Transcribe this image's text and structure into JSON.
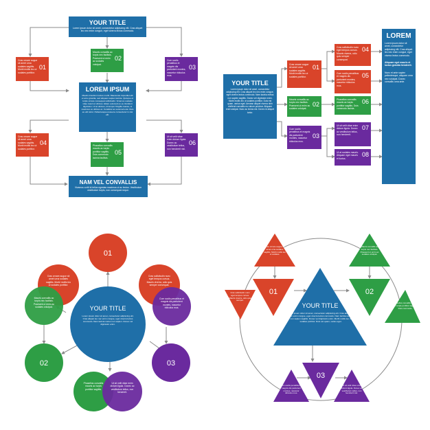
{
  "lorem": "Lorem ipsum dolor sit amet, consectetur adipiscing elit. Cras aliquet leo nec enim congue, eget viverra lectus commodo.",
  "q1": {
    "title": "YOUR TITLE",
    "title_text": "Lorem ipsum dolor sit amet, consectetur adipiscing elit. Cras aliquet leo nec enim congue, eget viverra lectus commodo.",
    "mid_title": "LOREM IPSUM",
    "mid_text": "Mauris interdum luctus morbi. Maecenas imperdiet elit et arcu gravida, sed aliquam sapien lacinia. Quisque et turpis ornare consequat sollicitudin. Vivamus sodales vitae mauri et ultrices. Etiam euismod ex eu tincidunt dignissim. Ut at ultrices, id tempor fringilla massa, ut maximus ex ultrices et. Curabitur ac euismod erat. Duis eu elit tortor. Pellentesque posuere consectetur in nisi elit.",
    "bot_title": "NAM VEL CONVALLIS",
    "bot_text": "Vivamus a elit id tellus egestas maximus ut ac lectus. Vestibulum vestibulum turpis, non consequat neque.",
    "items": [
      {
        "num": "01",
        "text": "Cras ornare augue sit amet urna sodales sagittis. Morbi mollis leo ut sodales porttitor."
      },
      {
        "num": "02",
        "text": "Mauris convallis ac turpis nec facilisis. Praesent ut enim ac sodales volutpat."
      },
      {
        "num": "03",
        "text": "Cum sociis penatibus et magnis dis parturient montes, nascetur ridiculus mus."
      },
      {
        "num": "04",
        "text": "Cras ornare augue sit amet urna sodales sagittis. Morbi mollis leo ut sodales porttitor."
      },
      {
        "num": "05",
        "text": "Phasellus convallis mauris ac turpis porttitor sagittis. Duis commodo lacinia facilisis."
      },
      {
        "num": "06",
        "text": "Ut sit velit vitae enim dictum ligula. Donec ac vestibulum tellus, non hendrerit nisl."
      }
    ]
  },
  "q2": {
    "title": "YOUR TITLE",
    "title_text": "Lorem ipsum dolor sit amet, consectetur adipiscing elit. Cras aliquet leo nec enim congue, eget viverra lectus commodo. Nam lacinia metus non sapien sagittis. Donec vel dignissim enim. Morbi mollis leo ut sodales porttitor. Duis est quam, varius eget. Aenean aliquet viverra nibh eleifend convallis eu rutrum pulvinar. Aliquam erat volutpat. Nunc ac lectus est. Donec id aliquet tortor.",
    "right_title": "LOREM",
    "right_text": "Lorem ipsum dolor sit amet, consectetur adipiscing elit. Cras aliquet leo nec enim congue, eget viverra lectus commodo.",
    "right_bold": "Aliquam eget mauris et luctus gravida hendrerit.",
    "right_text2": "Nunc et ante sapien pellentesque, aliquam urna nec volutpat. Donec convallis urna ante.",
    "mid": [
      {
        "num": "01",
        "text": "Cras ornare augue sit amet urna sodales sagittis. Morbi mollis leo ut sodales porttitor."
      },
      {
        "num": "02",
        "text": "Mauris convallis ac turpis nec facilisis. Praesent ut enim ac sodales volutpat."
      },
      {
        "num": "03",
        "text": "Cum sociis penatibus et magnis dis parturient montes, nascetur ridiculus mus."
      }
    ],
    "right": [
      {
        "num": "04",
        "text": "Cras sollicitudin nunc eget tempus cursus. Mauris viverra, odio quis semper consequat."
      },
      {
        "num": "05",
        "text": "Cum sociis penatibus et magnis dis parturient montes, nascetur ridiculus mus."
      },
      {
        "num": "06",
        "text": "Phasellus convallis mauris ac turpis porttitor sagittis. Duis commodo lacinia."
      },
      {
        "num": "07",
        "text": "Ut sit velit vitae enim dictum ligula. Donec ac vestibulum tellus, non hendrerit."
      },
      {
        "num": "08",
        "text": "Ut at sodales mauris. Aliquam eget mauris et luctus."
      }
    ]
  },
  "q3": {
    "title": "YOUR TITLE",
    "title_text": "Lorem ipsum dolor sit amet, consectetur adipiscing elit. Cras aliquet leo nec enim congue, eget viverra lectus commodo. Nam lacinia metus non sapien. Donec vel dignissim enim.",
    "big": [
      {
        "num": "01"
      },
      {
        "num": "02"
      },
      {
        "num": "03"
      }
    ],
    "small": [
      {
        "text": "Cras ornare augue sit amet urna sodales sagittis. Morbi mollis leo ut sodales porttitor."
      },
      {
        "text": "Cras sollicitudin nunc eget tempus cursus. Mauris viverra, odio quis semper consequat."
      },
      {
        "text": "Mauris convallis ac turpis nec facilisis. Praesent ut enim ac sodales volutpat."
      },
      {
        "text": "Cum sociis penatibus et magnis dis parturient montes, nascetur ridiculus mus."
      },
      {
        "text": "Phasellus convallis mauris ac turpis porttitor sagittis."
      },
      {
        "text": "Ut sit velit vitae enim dictum ligula. Donec ac vestibulum tellus, non hendrerit."
      }
    ]
  },
  "q4": {
    "title": "YOUR TITLE",
    "title_text": "Lorem ipsum dolor sit amet, consectetur adipiscing elit. Cras aliquet leo nec enim congue, eget viverra lectus commodo. Nam lacinia metus non sapien sagittis. Donec vel dignissim enim. Morbi mollis leo ut sodales porttitor. Duis est quam, varius eget.",
    "big": [
      {
        "num": "01"
      },
      {
        "num": "02"
      },
      {
        "num": "03"
      }
    ],
    "small": [
      {
        "text": "Cras ornare augue sit amet urna sodales sagittis. Morbi mollis leo ut sodales."
      },
      {
        "text": "Cras sollicitudin nunc eget tempus cursus. Mauris viverra, odio quis semper."
      },
      {
        "text": "Mauris convallis ac turpis nec facilisis. Praesent ut enim ac sodales volutpat."
      },
      {
        "text": "Phasellus convallis mauris ac turpis porttitor sagittis. Duis commodo."
      },
      {
        "text": "Cum sociis penatibus et magnis dis parturient montes, nascetur ridiculus mus."
      },
      {
        "text": "Ut sit velit vitae enim dictum ligula. Donec ac vestibulum tellus, non hendrerit nisl."
      }
    ]
  },
  "colors": {
    "blue": "#1f6fa8",
    "red": "#d9442a",
    "green": "#2e9e45",
    "purple": "#6a2a9e",
    "line": "#8a8a8a"
  }
}
